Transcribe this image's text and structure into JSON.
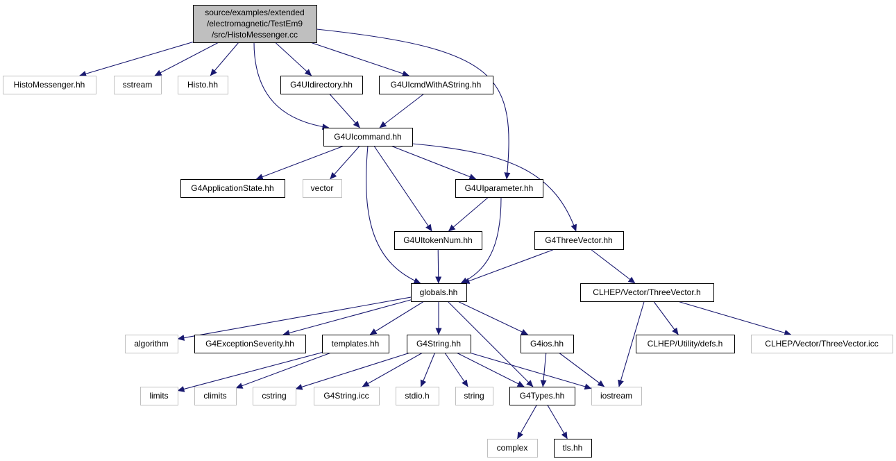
{
  "graph": {
    "colors": {
      "edge": "#191970",
      "node_border": "#000000",
      "system_border": "#bfbfbf",
      "root_fill": "#bfbfbf"
    },
    "nodes": [
      {
        "id": "root",
        "kind": "root",
        "lines": [
          "source/examples/extended",
          "/electromagnetic/TestEm9",
          "/src/HistoMessenger.cc"
        ]
      },
      {
        "id": "HistoMessenger.hh",
        "kind": "sys",
        "lines": [
          "HistoMessenger.hh"
        ]
      },
      {
        "id": "sstream",
        "kind": "sys",
        "lines": [
          "sstream"
        ]
      },
      {
        "id": "Histo.hh",
        "kind": "sys",
        "lines": [
          "Histo.hh"
        ]
      },
      {
        "id": "G4UIdirectory.hh",
        "kind": "doc",
        "lines": [
          "G4UIdirectory.hh"
        ]
      },
      {
        "id": "G4UIcmdWithAString.hh",
        "kind": "doc",
        "lines": [
          "G4UIcmdWithAString.hh"
        ]
      },
      {
        "id": "G4UIcommand.hh",
        "kind": "doc",
        "lines": [
          "G4UIcommand.hh"
        ]
      },
      {
        "id": "G4ApplicationState.hh",
        "kind": "doc",
        "lines": [
          "G4ApplicationState.hh"
        ]
      },
      {
        "id": "vector",
        "kind": "sys",
        "lines": [
          "vector"
        ]
      },
      {
        "id": "G4UIparameter.hh",
        "kind": "doc",
        "lines": [
          "G4UIparameter.hh"
        ]
      },
      {
        "id": "G4UItokenNum.hh",
        "kind": "doc",
        "lines": [
          "G4UItokenNum.hh"
        ]
      },
      {
        "id": "G4ThreeVector.hh",
        "kind": "doc",
        "lines": [
          "G4ThreeVector.hh"
        ]
      },
      {
        "id": "globals.hh",
        "kind": "doc",
        "lines": [
          "globals.hh"
        ]
      },
      {
        "id": "CLHEP/Vector/ThreeVector.h",
        "kind": "doc",
        "lines": [
          "CLHEP/Vector/ThreeVector.h"
        ]
      },
      {
        "id": "algorithm",
        "kind": "sys",
        "lines": [
          "algorithm"
        ]
      },
      {
        "id": "G4ExceptionSeverity.hh",
        "kind": "doc",
        "lines": [
          "G4ExceptionSeverity.hh"
        ]
      },
      {
        "id": "templates.hh",
        "kind": "doc",
        "lines": [
          "templates.hh"
        ]
      },
      {
        "id": "G4String.hh",
        "kind": "doc",
        "lines": [
          "G4String.hh"
        ]
      },
      {
        "id": "G4ios.hh",
        "kind": "doc",
        "lines": [
          "G4ios.hh"
        ]
      },
      {
        "id": "CLHEP/Utility/defs.h",
        "kind": "doc",
        "lines": [
          "CLHEP/Utility/defs.h"
        ]
      },
      {
        "id": "CLHEP/Vector/ThreeVector.icc",
        "kind": "sys",
        "lines": [
          "CLHEP/Vector/ThreeVector.icc"
        ]
      },
      {
        "id": "limits",
        "kind": "sys",
        "lines": [
          "limits"
        ]
      },
      {
        "id": "climits",
        "kind": "sys",
        "lines": [
          "climits"
        ]
      },
      {
        "id": "cstring",
        "kind": "sys",
        "lines": [
          "cstring"
        ]
      },
      {
        "id": "G4String.icc",
        "kind": "sys",
        "lines": [
          "G4String.icc"
        ]
      },
      {
        "id": "stdio.h",
        "kind": "sys",
        "lines": [
          "stdio.h"
        ]
      },
      {
        "id": "string",
        "kind": "sys",
        "lines": [
          "string"
        ]
      },
      {
        "id": "G4Types.hh",
        "kind": "doc",
        "lines": [
          "G4Types.hh"
        ]
      },
      {
        "id": "iostream",
        "kind": "sys",
        "lines": [
          "iostream"
        ]
      },
      {
        "id": "complex",
        "kind": "sys",
        "lines": [
          "complex"
        ]
      },
      {
        "id": "tls.hh",
        "kind": "doc",
        "lines": [
          "tls.hh"
        ]
      }
    ],
    "edges": [
      [
        "root",
        "HistoMessenger.hh"
      ],
      [
        "root",
        "sstream"
      ],
      [
        "root",
        "Histo.hh"
      ],
      [
        "root",
        "G4UIdirectory.hh"
      ],
      [
        "root",
        "G4UIcmdWithAString.hh"
      ],
      [
        "root",
        "G4UIcommand.hh"
      ],
      [
        "root",
        "G4UIparameter.hh"
      ],
      [
        "G4UIdirectory.hh",
        "G4UIcommand.hh"
      ],
      [
        "G4UIcmdWithAString.hh",
        "G4UIcommand.hh"
      ],
      [
        "G4UIcommand.hh",
        "G4ApplicationState.hh"
      ],
      [
        "G4UIcommand.hh",
        "vector"
      ],
      [
        "G4UIcommand.hh",
        "G4UIparameter.hh"
      ],
      [
        "G4UIcommand.hh",
        "G4UItokenNum.hh"
      ],
      [
        "G4UIcommand.hh",
        "G4ThreeVector.hh"
      ],
      [
        "G4UIcommand.hh",
        "globals.hh"
      ],
      [
        "G4UIparameter.hh",
        "G4UItokenNum.hh"
      ],
      [
        "G4UIparameter.hh",
        "globals.hh"
      ],
      [
        "G4UItokenNum.hh",
        "globals.hh"
      ],
      [
        "G4ThreeVector.hh",
        "globals.hh"
      ],
      [
        "G4ThreeVector.hh",
        "CLHEP/Vector/ThreeVector.h"
      ],
      [
        "globals.hh",
        "algorithm"
      ],
      [
        "globals.hh",
        "G4ExceptionSeverity.hh"
      ],
      [
        "globals.hh",
        "templates.hh"
      ],
      [
        "globals.hh",
        "G4String.hh"
      ],
      [
        "globals.hh",
        "G4ios.hh"
      ],
      [
        "globals.hh",
        "G4Types.hh"
      ],
      [
        "CLHEP/Vector/ThreeVector.h",
        "iostream"
      ],
      [
        "CLHEP/Vector/ThreeVector.h",
        "CLHEP/Utility/defs.h"
      ],
      [
        "CLHEP/Vector/ThreeVector.h",
        "CLHEP/Vector/ThreeVector.icc"
      ],
      [
        "templates.hh",
        "limits"
      ],
      [
        "templates.hh",
        "climits"
      ],
      [
        "G4String.hh",
        "cstring"
      ],
      [
        "G4String.hh",
        "G4String.icc"
      ],
      [
        "G4String.hh",
        "stdio.h"
      ],
      [
        "G4String.hh",
        "string"
      ],
      [
        "G4String.hh",
        "G4Types.hh"
      ],
      [
        "G4String.hh",
        "iostream"
      ],
      [
        "G4ios.hh",
        "G4Types.hh"
      ],
      [
        "G4ios.hh",
        "iostream"
      ],
      [
        "G4Types.hh",
        "complex"
      ],
      [
        "G4Types.hh",
        "tls.hh"
      ]
    ]
  }
}
